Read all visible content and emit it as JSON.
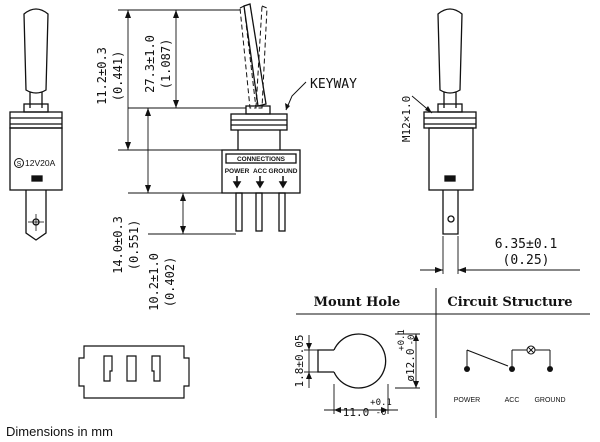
{
  "front_view": {
    "rating_label": "12V20A"
  },
  "side_view": {
    "keyway_label": "KEYWAY",
    "connections_title": "CONNECTIONS",
    "terminals": [
      "POWER",
      "ACC",
      "GROUND"
    ],
    "dim_toggle": {
      "value": "11.2±0.3",
      "inch": "(0.441)"
    },
    "dim_total": {
      "value": "27.3±1.0",
      "inch": "(1.087)"
    },
    "dim_body": {
      "value": "14.0±0.3",
      "inch": "(0.551)"
    },
    "dim_terminal": {
      "value": "10.2±1.0",
      "inch": "(0.402)"
    }
  },
  "right_view": {
    "thread_label": "M12×1.0",
    "dim_terminal_width": {
      "value": "6.35±0.1",
      "inch": "(0.25)"
    }
  },
  "mount_hole": {
    "title": "Mount Hole",
    "dim_keyway": "1.8±0.05",
    "dim_diameter": "ø12.0",
    "dim_diameter_tol_upper": "+0.1",
    "dim_diameter_tol_lower": "-0",
    "dim_flat": "11.0",
    "dim_flat_tol_upper": "+0.1",
    "dim_flat_tol_lower": "-0"
  },
  "circuit_structure": {
    "title": "Circuit Structure",
    "nodes": [
      "POWER",
      "ACC",
      "GROUND"
    ]
  },
  "footer": {
    "caption": "Dimensions in mm"
  }
}
